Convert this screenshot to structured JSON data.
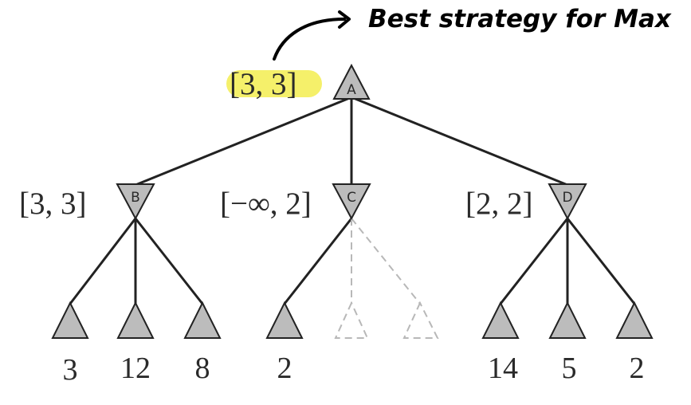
{
  "annotation": {
    "text": "Best strategy for Max",
    "highlight_color": "#f5f06a"
  },
  "colors": {
    "node_fill": "#bcbcbc",
    "edge": "#222222",
    "pruned": "#b8b8b8",
    "text": "#2a2a2a"
  },
  "tree": {
    "root": {
      "letter": "A",
      "bounds": "[3, 3]",
      "type": "max"
    },
    "children": [
      {
        "letter": "B",
        "bounds": "[3, 3]",
        "type": "min",
        "leaves": [
          {
            "value": "3",
            "pruned": false
          },
          {
            "value": "12",
            "pruned": false
          },
          {
            "value": "8",
            "pruned": false
          }
        ]
      },
      {
        "letter": "C",
        "bounds": "[−∞, 2]",
        "type": "min",
        "leaves": [
          {
            "value": "2",
            "pruned": false
          },
          {
            "value": "",
            "pruned": true
          },
          {
            "value": "",
            "pruned": true
          }
        ]
      },
      {
        "letter": "D",
        "bounds": "[2, 2]",
        "type": "min",
        "leaves": [
          {
            "value": "14",
            "pruned": false
          },
          {
            "value": "5",
            "pruned": false
          },
          {
            "value": "2",
            "pruned": false
          }
        ]
      }
    ]
  }
}
